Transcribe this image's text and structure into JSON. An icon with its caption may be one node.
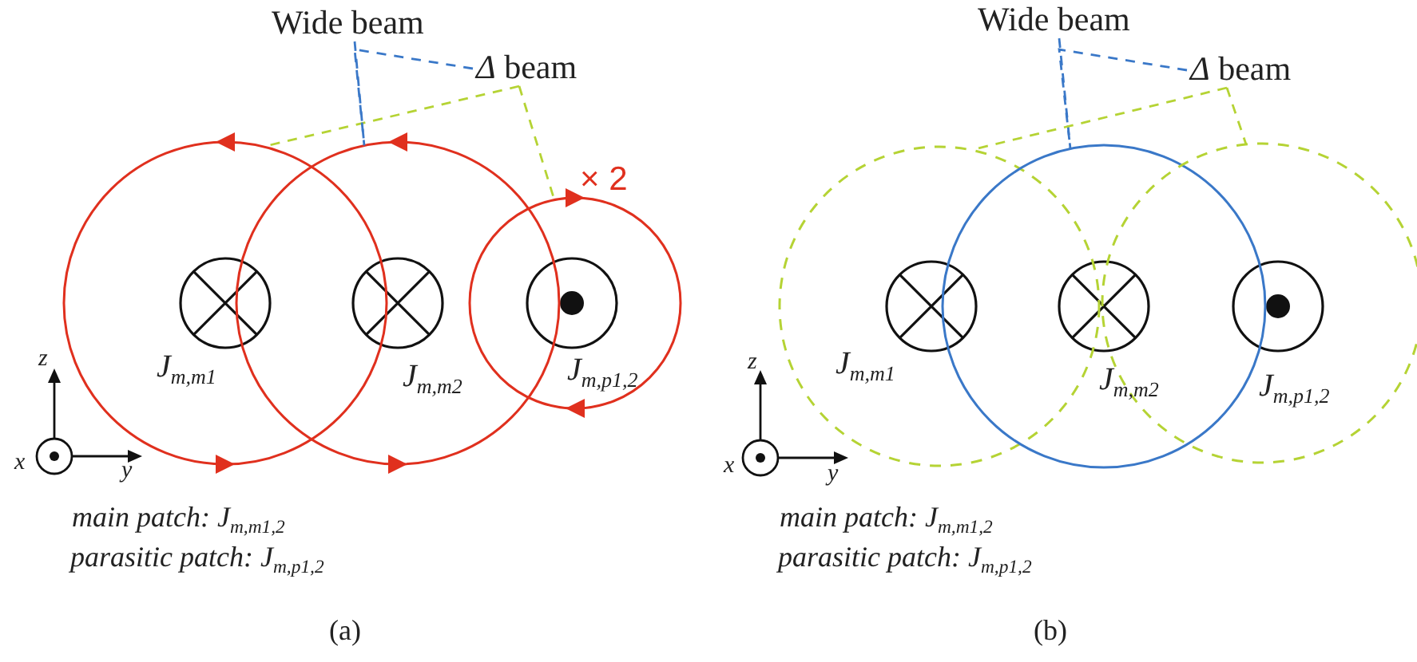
{
  "diagram": {
    "nodes": [
      {
        "text": [
          "Wide beam"
        ]
      },
      {
        "text": [
          "*Δ* beam"
        ]
      },
      {
        "text": [],
        "shape": "circle"
      },
      {
        "text": [],
        "shape": "circle"
      },
      {
        "text": [],
        "shape": "circle",
        "beside": [
          "× 2"
        ]
      },
      {
        "text": [
          "Wide beam"
        ]
      },
      {
        "text": [
          "*Δ* beam"
        ]
      },
      {
        "text": [],
        "shape": "circle"
      },
      {
        "text": [],
        "shape": "circle"
      },
      {
        "text": [],
        "shape": "circle"
      }
    ],
    "edges": [
      {
        "from": 0,
        "to": 3,
        "arrow": "none",
        "style": "dashed",
        "color": "#3a78c8"
      },
      {
        "from": 1,
        "to": 2,
        "arrow": "none",
        "style": "dashed",
        "color": "#b5d334"
      },
      {
        "from": 1,
        "to": 4,
        "arrow": "none",
        "style": "dashed",
        "color": "#b5d334"
      },
      {
        "from": 5,
        "to": 8,
        "arrow": "none",
        "style": "dashed",
        "color": "#3a78c8"
      },
      {
        "from": 6,
        "to": 7,
        "arrow": "none",
        "style": "dashed",
        "color": "#b5d334"
      },
      {
        "from": 6,
        "to": 9,
        "arrow": "none",
        "style": "dashed",
        "color": "#b5d334"
      },
      {
        "from": 1,
        "to": 3,
        "arrow": "none",
        "style": "dashed",
        "color": "#3a78c8"
      },
      {
        "from": 6,
        "to": 8,
        "arrow": "none",
        "style": "dashed",
        "color": "#3a78c8"
      }
    ],
    "labels": [
      "J$_{m,m1}$",
      "J$_{m,m2}$",
      "J$_{m,p1,2}$",
      "z",
      "x",
      "y",
      "main patch: J$_{m,m1,2}$",
      "parasitic patch: J$_{m,p1,2}$",
      "(a)",
      "J$_{m,m1}$",
      "J$_{m,m2}$",
      "J$_{m,p1,2}$",
      "z",
      "x",
      "y",
      "main patch: J$_{m,m1,2}$",
      "parasitic patch: J$_{m,p1,2}$",
      "(b)"
    ]
  }
}
